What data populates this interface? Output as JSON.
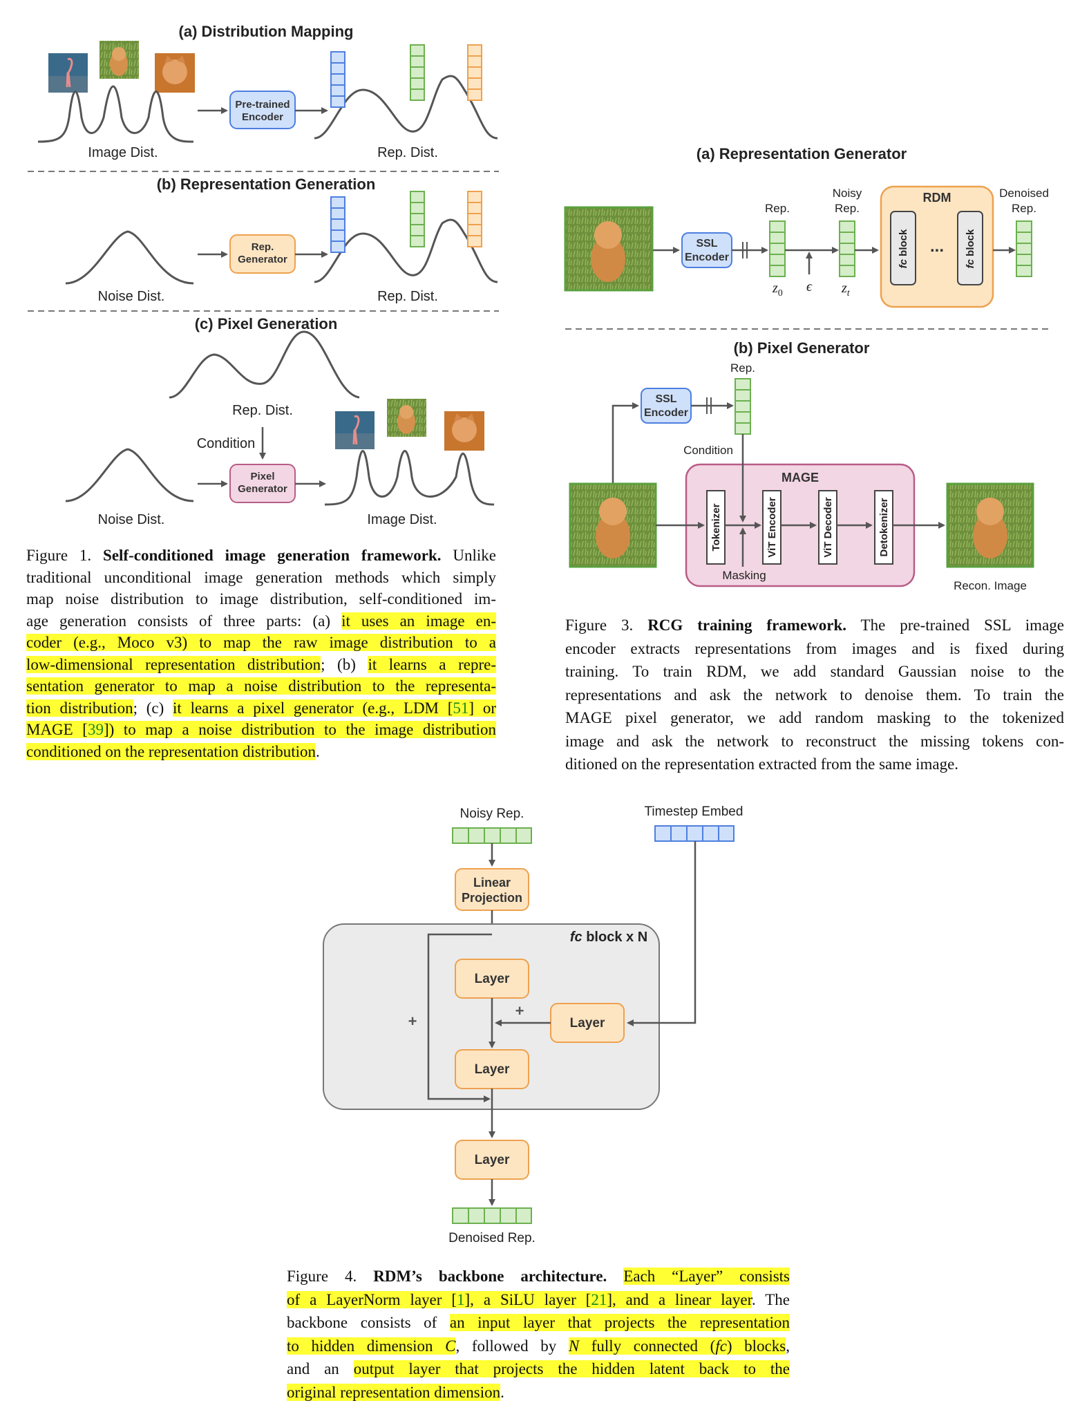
{
  "fig1": {
    "title_a": "(a) Distribution Mapping",
    "title_b": "(b) Representation Generation",
    "title_c": "(c) Pixel Generation",
    "encoder": "Pre-trained Encoder",
    "rep_generator": "Rep. Generator",
    "pixel_generator": "Pixel Generator",
    "image_dist": "Image Dist.",
    "rep_dist": "Rep. Dist.",
    "noise_dist": "Noise Dist.",
    "condition": "Condition"
  },
  "fig3": {
    "title_a": "(a) Representation Generator",
    "title_b": "(b) Pixel Generator",
    "ssl_encoder": "SSL Encoder",
    "rep": "Rep.",
    "noisy_rep": "Noisy Rep.",
    "rdm": "RDM",
    "denoised_rep": "Denoised Rep.",
    "fc_block": "fc block",
    "z0": "z",
    "eps": "ϵ",
    "zt": "z",
    "condition": "Condition",
    "mage": "MAGE",
    "tokenizer": "Tokenizer",
    "vit_encoder": "ViT Encoder",
    "vit_decoder": "ViT Decoder",
    "detokenizer": "Detokenizer",
    "masking": "Masking",
    "recon_image": "Recon. Image"
  },
  "fig4": {
    "noisy_rep": "Noisy Rep.",
    "timestep_embed": "Timestep Embed",
    "linear_projection": "Linear Projection",
    "fc_block_title": "block x N",
    "fc_italic": "fc",
    "layer": "Layer",
    "plus": "+",
    "denoised_rep": "Denoised Rep."
  },
  "colors": {
    "blue_fill": "#cfe0fb",
    "blue_stroke": "#4d7fe0",
    "green_fill": "#d5edc9",
    "green_stroke": "#6cb04f",
    "orange_fill": "#fde5c2",
    "orange_stroke": "#eea14e",
    "pink_fill": "#f3d6e3",
    "pink_stroke": "#b85c87",
    "highlight": "#ffff33"
  }
}
